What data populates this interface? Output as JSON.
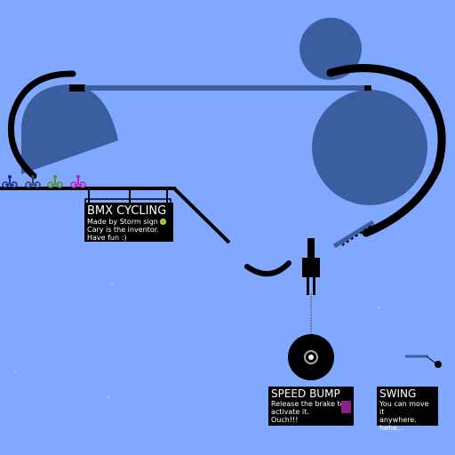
{
  "colors": {
    "background": "#80a8ff",
    "shape_fill": "#3b5ea0",
    "line": "#000000",
    "rider_blue": "#1a2a8a",
    "rider_green": "#5a8a2a",
    "rider_magenta": "#c020c0",
    "rider_navy": "#30406a",
    "sign_bg": "#000000",
    "sign_text": "#ffffff",
    "badge_yellow": "#e8d020",
    "badge_green": "#40c040",
    "brake_box": "#8a208a"
  },
  "signs": {
    "bmx": {
      "title": "BMX CYCLING",
      "line1": "Made by Storm sign",
      "line2": "Cary is the inventor.",
      "line3": "Have fun :)"
    },
    "speed_bump": {
      "title": "SPEED BUMP",
      "line1": "Release the brake to",
      "line2": "activate it.",
      "line3": "Ouch!!!"
    },
    "swing": {
      "title": "SWING",
      "line1": "You can move it",
      "line2": "anywhere.",
      "line3": "hehe..."
    }
  },
  "icons": {
    "rider": "bicycle-rider-icon",
    "wheel": "wheel-icon",
    "ball": "swing-ball-icon"
  }
}
